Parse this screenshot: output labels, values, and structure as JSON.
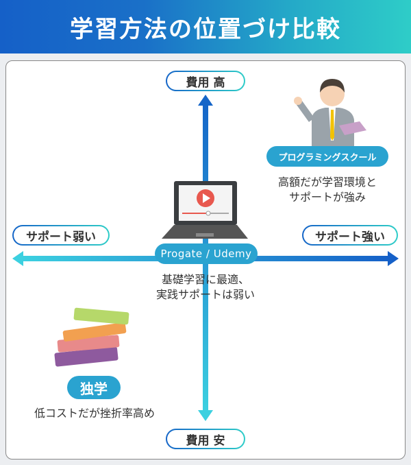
{
  "title": "学習方法の位置づけ比較",
  "axes": {
    "top": "費用 高",
    "bottom": "費用 安",
    "left": "サポート弱い",
    "right": "サポート強い"
  },
  "items": [
    {
      "label": "プログラミングスクール",
      "desc_line1": "高額だが学習環境と",
      "desc_line2": "サポートが強み"
    },
    {
      "label": "Progate / Udemy",
      "desc_line1": "基礎学習に最適、",
      "desc_line2": "実践サポートは弱い"
    },
    {
      "label": "独学",
      "desc_line1": "低コストだが挫折率高め"
    }
  ],
  "colors": {
    "blue": "#1565c8",
    "cyan": "#2ecdc8",
    "badge": "#2aa3d0"
  }
}
